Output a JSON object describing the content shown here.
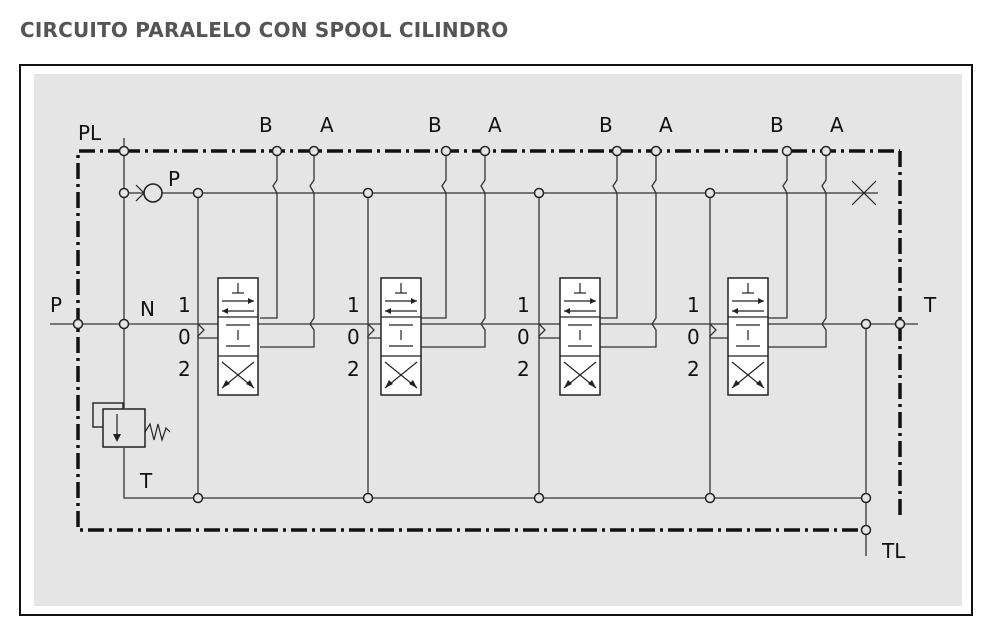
{
  "page": {
    "title": "CIRCUITO PARALELO CON SPOOL CILINDRO"
  },
  "diagram": {
    "labels": {
      "pl": "PL",
      "p_left": "P",
      "p_check": "P",
      "n": "N",
      "t_relief": "T",
      "t_right": "T",
      "tl": "TL"
    },
    "sections": [
      {
        "b": "B",
        "a": "A",
        "pos1": "1",
        "pos0": "0",
        "pos2": "2"
      },
      {
        "b": "B",
        "a": "A",
        "pos1": "1",
        "pos0": "0",
        "pos2": "2"
      },
      {
        "b": "B",
        "a": "A",
        "pos1": "1",
        "pos0": "0",
        "pos2": "2"
      },
      {
        "b": "B",
        "a": "A",
        "pos1": "1",
        "pos0": "0",
        "pos2": "2"
      }
    ]
  }
}
